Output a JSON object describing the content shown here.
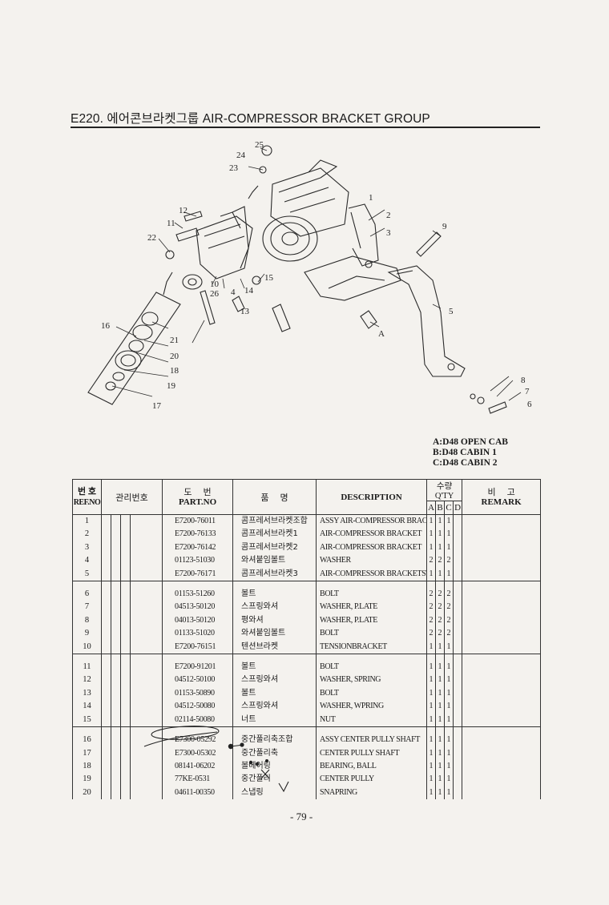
{
  "header": {
    "title": "E220. 에어콘브라켓그룹 AIR-COMPRESSOR BRACKET GROUP"
  },
  "diagram": {
    "callouts": [
      "1",
      "2",
      "3",
      "4",
      "5",
      "6",
      "7",
      "8",
      "9",
      "10",
      "11",
      "12",
      "13",
      "14",
      "15",
      "16",
      "17",
      "18",
      "19",
      "20",
      "21",
      "22",
      "23",
      "24",
      "25",
      "26",
      "A"
    ]
  },
  "legend": [
    "A:D48 OPEN CAB",
    "B:D48 CABIN 1",
    "C:D48 CABIN 2"
  ],
  "table": {
    "headers": {
      "ref_ko": "번 호",
      "ref_en": "REF.NO",
      "mgmt": "관리번호",
      "part_ko": "도    번",
      "part_en": "PART.NO",
      "name_ko": "품    명",
      "desc": "DESCRIPTION",
      "qty": "수량 Q'TY",
      "qa": "A",
      "qb": "B",
      "qc": "C",
      "qd": "D",
      "remark_ko": "비    고",
      "remark_en": "REMARK"
    },
    "rows": [
      {
        "ref": "1",
        "part": "E7200-76011",
        "name": "콤프레서브라켓조합",
        "desc": "ASSY AIR-COMPRESSOR BRACKET",
        "a": "1",
        "b": "1",
        "c": "1",
        "d": ""
      },
      {
        "ref": "2",
        "part": "E7200-76133",
        "name": "콤프레서브라켓1",
        "desc": "AIR-COMPRESSOR BRACKET",
        "a": "1",
        "b": "1",
        "c": "1",
        "d": ""
      },
      {
        "ref": "3",
        "part": "E7200-76142",
        "name": "콤프레서브라켓2",
        "desc": "AIR-COMPRESSOR BRACKET",
        "a": "1",
        "b": "1",
        "c": "1",
        "d": ""
      },
      {
        "ref": "4",
        "part": "01123-51030",
        "name": "와셔붙임볼트",
        "desc": "WASHER",
        "a": "2",
        "b": "2",
        "c": "2",
        "d": ""
      },
      {
        "ref": "5",
        "part": "E7200-76171",
        "name": "콤프레서브라켓3",
        "desc": "AIR-COMPRESSOR BRACKETSTAY",
        "a": "1",
        "b": "1",
        "c": "1",
        "d": ""
      },
      {
        "ref": "6",
        "part": "01153-51260",
        "name": "볼트",
        "desc": "BOLT",
        "a": "2",
        "b": "2",
        "c": "2",
        "d": ""
      },
      {
        "ref": "7",
        "part": "04513-50120",
        "name": "스프링와셔",
        "desc": "WASHER, P.LATE",
        "a": "2",
        "b": "2",
        "c": "2",
        "d": ""
      },
      {
        "ref": "8",
        "part": "04013-50120",
        "name": "평와셔",
        "desc": "WASHER, P.LATE",
        "a": "2",
        "b": "2",
        "c": "2",
        "d": ""
      },
      {
        "ref": "9",
        "part": "01133-51020",
        "name": "와셔붙임볼트",
        "desc": "BOLT",
        "a": "2",
        "b": "2",
        "c": "2",
        "d": ""
      },
      {
        "ref": "10",
        "part": "E7200-76151",
        "name": "텐션브라켓",
        "desc": "TENSIONBRACKET",
        "a": "1",
        "b": "1",
        "c": "1",
        "d": ""
      },
      {
        "ref": "11",
        "part": "E7200-91201",
        "name": "볼트",
        "desc": "BOLT",
        "a": "1",
        "b": "1",
        "c": "1",
        "d": ""
      },
      {
        "ref": "12",
        "part": "04512-50100",
        "name": "스프링와셔",
        "desc": "WASHER, SPRING",
        "a": "1",
        "b": "1",
        "c": "1",
        "d": ""
      },
      {
        "ref": "13",
        "part": "01153-50890",
        "name": "볼트",
        "desc": "BOLT",
        "a": "1",
        "b": "1",
        "c": "1",
        "d": ""
      },
      {
        "ref": "14",
        "part": "04512-50080",
        "name": "스프링와셔",
        "desc": "WASHER, WPRING",
        "a": "1",
        "b": "1",
        "c": "1",
        "d": ""
      },
      {
        "ref": "15",
        "part": "02114-50080",
        "name": "너트",
        "desc": "NUT",
        "a": "1",
        "b": "1",
        "c": "1",
        "d": ""
      },
      {
        "ref": "16",
        "part": "E7300-05292",
        "name": "중간풀리축조합",
        "desc": "ASSY CENTER PULLY SHAFT",
        "a": "1",
        "b": "1",
        "c": "1",
        "d": ""
      },
      {
        "ref": "17",
        "part": "E7300-05302",
        "name": "중간풀리축",
        "desc": "CENTER PULLY SHAFT",
        "a": "1",
        "b": "1",
        "c": "1",
        "d": ""
      },
      {
        "ref": "18",
        "part": "08141-06202",
        "name": "볼베어링",
        "desc": "BEARING, BALL",
        "a": "1",
        "b": "1",
        "c": "1",
        "d": ""
      },
      {
        "ref": "19",
        "part": "77KE-0531",
        "name": "중간풀리",
        "desc": "CENTER PULLY",
        "a": "1",
        "b": "1",
        "c": "1",
        "d": ""
      },
      {
        "ref": "20",
        "part": "04611-00350",
        "name": "스냅링",
        "desc": "SNAPRING",
        "a": "1",
        "b": "1",
        "c": "1",
        "d": ""
      }
    ]
  },
  "footer": {
    "page": "- 79 -"
  }
}
